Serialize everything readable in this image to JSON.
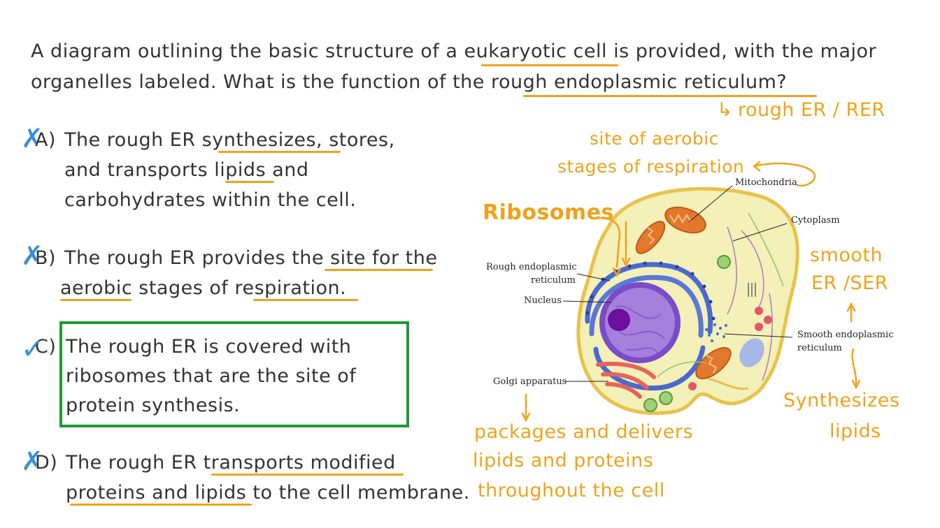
{
  "question": {
    "line1": "A diagram outlining the basic structure of a eukaryotic cell is provided, with the major",
    "line2": "organelles labeled. What is the function of the rough endoplasmic reticulum?"
  },
  "question_note": "rough ER / RER",
  "options": [
    {
      "letter": "A)",
      "lines": [
        "The rough ER synthesizes, stores,",
        "and transports lipids and",
        "carbohydrates within the cell."
      ],
      "mark": "✗"
    },
    {
      "letter": "B)",
      "lines": [
        "The rough ER provides the site for the",
        "aerobic stages of respiration."
      ],
      "mark": "✗"
    },
    {
      "letter": "C)",
      "lines": [
        "The rough ER is covered with",
        "ribosomes that are the site of",
        "protein synthesis."
      ],
      "mark": "✓"
    },
    {
      "letter": "D)",
      "lines": [
        "The rough ER transports modified",
        "proteins and lipids to the cell membrane."
      ],
      "mark": "✗"
    }
  ],
  "diagram_labels": {
    "mitochondria": "Mitochondria",
    "cytoplasm": "Cytoplasm",
    "rough_er_1": "Rough endoplasmic",
    "rough_er_2": "reticulum",
    "nucleus": "Nucleus",
    "smooth_er_1": "Smooth endoplasmic",
    "smooth_er_2": "reticulum",
    "golgi": "Golgi apparatus"
  },
  "annotations": {
    "mito_note_1": "site of aerobic",
    "mito_note_2": "stages of respiration",
    "ribosomes": "Ribosomes",
    "smooth_1": "smooth",
    "smooth_2": "ER /SER",
    "smooth_fn_1": "Synthesizes",
    "smooth_fn_2": "lipids",
    "golgi_fn_1": "packages and delivers",
    "golgi_fn_2": "lipids and proteins",
    "golgi_fn_3": "throughout the cell"
  },
  "colors": {
    "annotation": "#f0a21a",
    "mark": "#3a8fd8",
    "answer_box": "#1d9a33",
    "cell_fill": "#f3f0b8",
    "cell_border": "#e8c24a",
    "nucleus": "#9b6fd0",
    "er": "#4a6ad0",
    "mitochondria": "#e3782c"
  }
}
